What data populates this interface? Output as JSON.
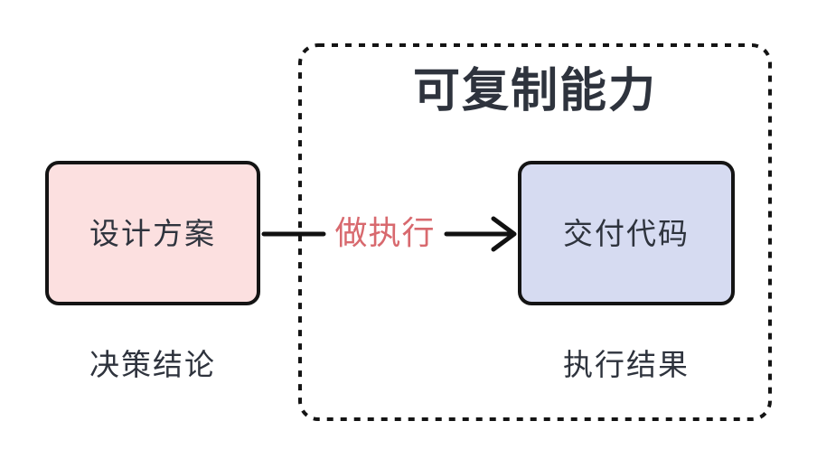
{
  "frame": {
    "title": "可复制能力"
  },
  "left_box": {
    "label": "设计方案",
    "caption": "决策结论"
  },
  "right_box": {
    "label": "交付代码",
    "caption": "执行结果"
  },
  "arrow": {
    "label": "做执行"
  },
  "colors": {
    "left_box_fill": "#fce0e0",
    "right_box_fill": "#d6dbf1",
    "box_border": "#141414",
    "frame_border": "#141414",
    "text": "#2e333d",
    "arrow_label": "#d8696e",
    "arrow_stroke": "#111111"
  }
}
